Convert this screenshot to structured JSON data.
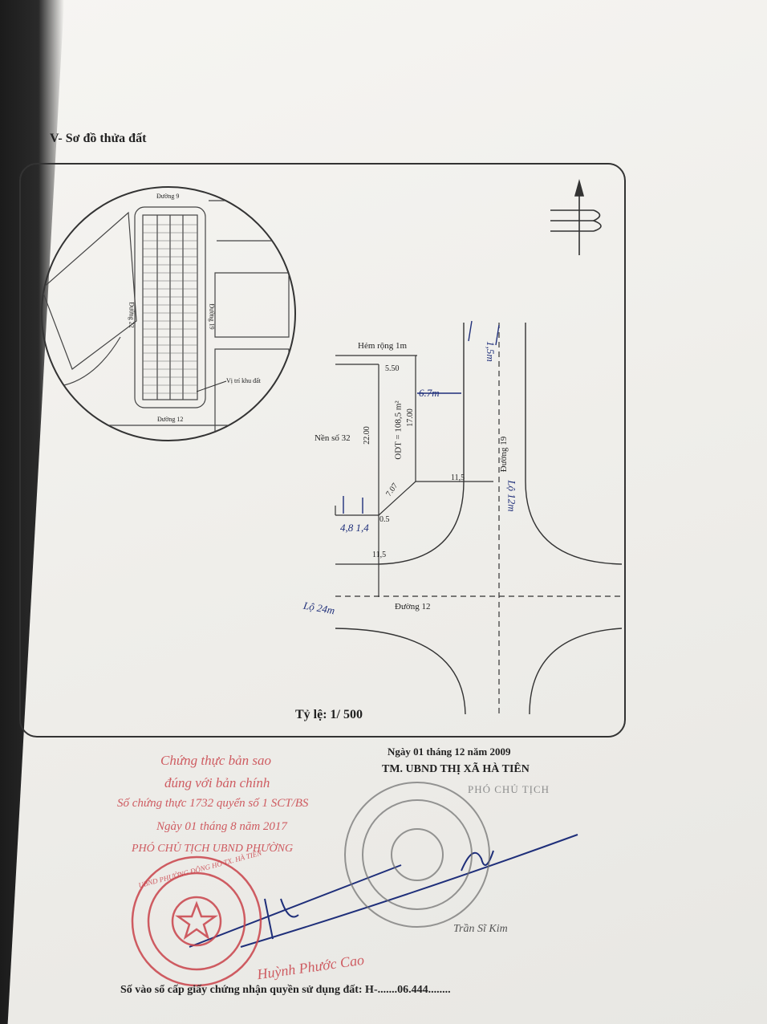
{
  "section": {
    "title": "V- Sơ đồ thửa đất"
  },
  "inset_map": {
    "road_top": "Đường 9",
    "road_left": "Đường 22",
    "road_right": "Đường 19",
    "road_bottom": "Đường 12",
    "location_label": "Vị trí khu đất"
  },
  "plot": {
    "alley_label": "Hẻm rộng 1m",
    "neighbor_label": "Nền số 32",
    "area_label": "ODT = 108,5 m²",
    "dim_top": "5.50",
    "dim_left": "22.00",
    "dim_right": "17.00",
    "dim_diag": "7.07",
    "dim_small": "0.5",
    "dim_bottom": "11,5",
    "dim_mid": "11,5",
    "road_vertical": "Đường 19",
    "road_horizontal": "Đường 12"
  },
  "handwritten": {
    "top_width": "6.7m",
    "right_width": "Lộ 12m",
    "vertical_note": "1,5m",
    "left_dims": "4,8 1,4",
    "road_note": "Lộ 24m"
  },
  "scale": {
    "label": "Tỷ lệ: 1/ 500"
  },
  "signature_block": {
    "date": "Ngày 01 tháng 12 năm 2009",
    "agency": "TM. UBND THỊ XÃ HÀ TIÊN",
    "title": "PHÓ CHỦ TỊCH",
    "signer": "Trần Sĩ Kim"
  },
  "certified_copy_stamp": {
    "line1": "Chứng thực bản sao",
    "line2": "đúng với bản chính",
    "line3": "Số chứng thực 1732 quyển số 1 SCT/BS",
    "line4": "Ngày 01 tháng 8 năm 2017",
    "line5": "PHÓ CHỦ TỊCH UBND PHƯỜNG",
    "signer": "Huỳnh Phước Cao",
    "seal_text": "UBND PHƯỜNG ĐÔNG HỒ TX. HÀ TIÊN"
  },
  "registry": {
    "label": "Số vào sổ cấp giấy chứng nhận quyền sử dụng đất: H-.......06.444........"
  },
  "colors": {
    "ink": "#222222",
    "stamp_red": "#c9434a",
    "pen_blue": "#1f2f7a"
  }
}
